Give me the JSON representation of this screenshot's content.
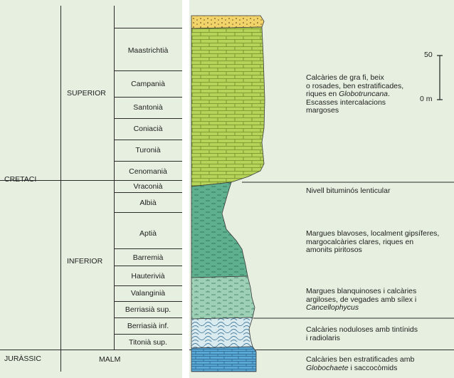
{
  "colors": {
    "background": "#e6efe0",
    "limestone_upper": "#b6d35a",
    "marl": "#5fb08e",
    "nodular": "#d9ebef",
    "malm_limestone": "#5aa9d6",
    "sand_top": "#f1d36a"
  },
  "columns": {
    "system": "CRETACI",
    "system_jurassic": "JURÀSSIC",
    "series_upper": "SUPERIOR",
    "series_lower": "INFERIOR",
    "series_malm": "MALM"
  },
  "stages": [
    "Maastrichtià",
    "Campanià",
    "Santonià",
    "Coniacià",
    "Turonià",
    "Cenomanià",
    "Vraconià",
    "Albià",
    "Aptià",
    "Barremià",
    "Hauterivià",
    "Valanginià",
    "Berriasià sup.",
    "Berriasià inf.",
    "Titonià sup."
  ],
  "scale": {
    "top": "50",
    "bottom": "0 m"
  },
  "descriptions": {
    "upper_lines": [
      "Calcàries de gra fi, beix",
      "o rosades, ben estratificades,",
      "riques en ",
      "Escasses intercalacions",
      "margoses"
    ],
    "upper_italic": "Globotruncana",
    "upper_after_italic": ".",
    "bituminous": "Nivell bituminós lenticular",
    "marl_lines": [
      "Margues blavoses, localment gipsíferes,",
      "margocalcàries clares, riques en",
      "amonits piritosos"
    ],
    "whitish_lines": [
      "Margues blanquinoses i calcàries",
      "argiloses, de vegades amb sílex i"
    ],
    "whitish_italic": "Cancellophycus",
    "nodular_lines": [
      "Calcàries noduloses amb tintínids",
      "i radiolaris"
    ],
    "malm_lines": [
      "Calcàries ben estratificades amb"
    ],
    "malm_italic": "Globochaete",
    "malm_after_italic": " i saccocòmids"
  }
}
